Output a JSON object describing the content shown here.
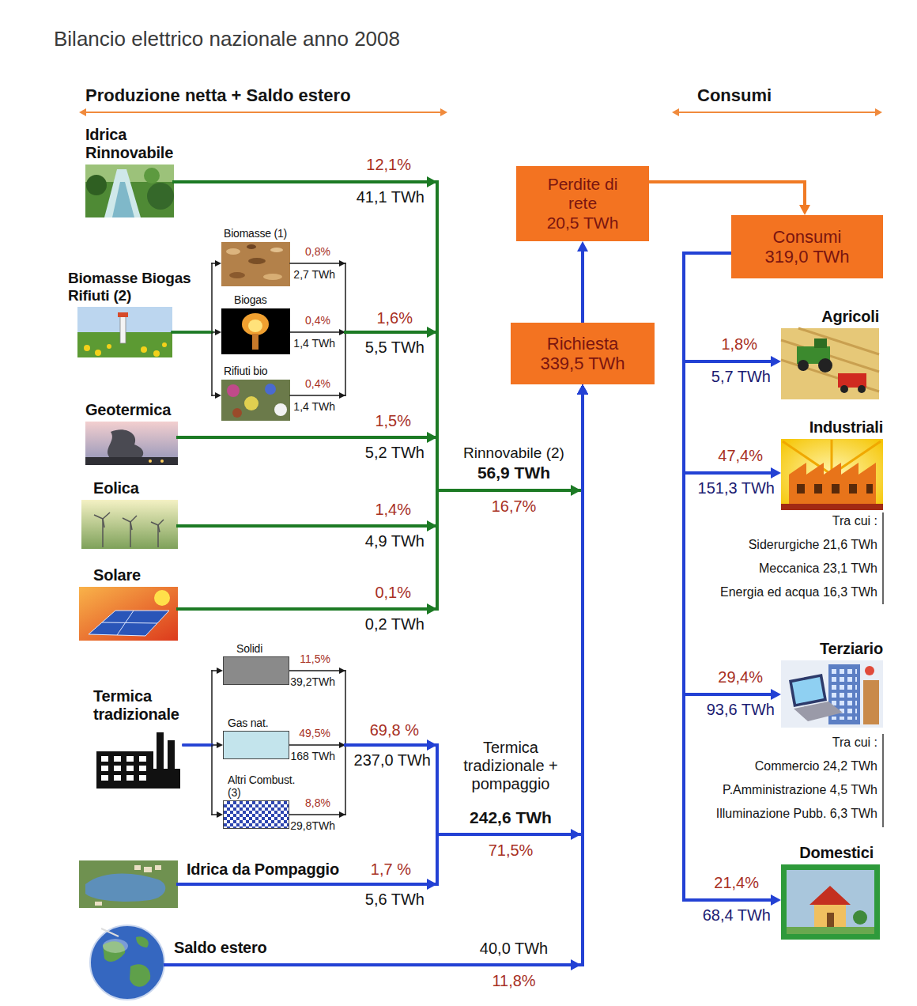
{
  "diagram": {
    "title": "Bilancio elettrico nazionale anno 2008",
    "nodes": [
      {
        "text": [
          "Idrica Rinnovabile"
        ]
      },
      {
        "text": [
          "Biomasse Biogas Rifiuti (2)"
        ]
      },
      {
        "text": [
          "Biomasse (1)"
        ]
      },
      {
        "text": [
          "Biogas"
        ]
      },
      {
        "text": [
          "Rifiuti bio"
        ]
      },
      {
        "text": [
          "Geotermica"
        ]
      },
      {
        "text": [
          "Eolica"
        ]
      },
      {
        "text": [
          "Solare"
        ]
      },
      {
        "text": [
          "Termica tradizionale"
        ]
      },
      {
        "text": [
          "Solidi"
        ]
      },
      {
        "text": [
          "Gas nat."
        ]
      },
      {
        "text": [
          "Altri Combust. (3)"
        ]
      },
      {
        "text": [
          "Idrica da Pompaggio"
        ]
      },
      {
        "text": [
          "Saldo estero"
        ]
      },
      {
        "text": [
          "Perdite di rete",
          "20,5 TWh"
        ]
      },
      {
        "text": [
          "Richiesta",
          "339,5 TWh"
        ]
      },
      {
        "text": [
          "Consumi",
          "319,0 TWh"
        ]
      },
      {
        "text": [
          "Agricoli"
        ]
      },
      {
        "text": [
          "Industriali"
        ]
      },
      {
        "text": [
          "Terziario"
        ]
      },
      {
        "text": [
          "Domestici"
        ]
      }
    ],
    "edges": [
      {
        "from": 0,
        "to": 15,
        "arrow": "to"
      },
      {
        "from": 1,
        "to": 2,
        "arrow": "to"
      },
      {
        "from": 1,
        "to": 3,
        "arrow": "to"
      },
      {
        "from": 1,
        "to": 4,
        "arrow": "to"
      },
      {
        "from": 2,
        "to": 15,
        "arrow": "to"
      },
      {
        "from": 3,
        "to": 15,
        "arrow": "to"
      },
      {
        "from": 4,
        "to": 15,
        "arrow": "to"
      },
      {
        "from": 5,
        "to": 15,
        "arrow": "to"
      },
      {
        "from": 6,
        "to": 15,
        "arrow": "to"
      },
      {
        "from": 7,
        "to": 15,
        "arrow": "to"
      },
      {
        "from": 8,
        "to": 9,
        "arrow": "to"
      },
      {
        "from": 8,
        "to": 10,
        "arrow": "to"
      },
      {
        "from": 8,
        "to": 11,
        "arrow": "to"
      },
      {
        "from": 9,
        "to": 15,
        "arrow": "to"
      },
      {
        "from": 10,
        "to": 15,
        "arrow": "to"
      },
      {
        "from": 11,
        "to": 15,
        "arrow": "to"
      },
      {
        "from": 12,
        "to": 15,
        "arrow": "to"
      },
      {
        "from": 13,
        "to": 15,
        "arrow": "to"
      },
      {
        "from": 15,
        "to": 14,
        "arrow": "to"
      },
      {
        "from": 14,
        "to": 16,
        "arrow": "to"
      },
      {
        "from": 16,
        "to": 17,
        "arrow": "to"
      },
      {
        "from": 16,
        "to": 18,
        "arrow": "to"
      },
      {
        "from": 16,
        "to": 19,
        "arrow": "to"
      },
      {
        "from": 16,
        "to": 20,
        "arrow": "to"
      }
    ],
    "labels": [
      "Produzione netta + Saldo estero",
      "Consumi",
      "12,1%",
      "41,1 TWh",
      "0,8%",
      "2,7 TWh",
      "0,4%",
      "1,4 TWh",
      "1,6%",
      "5,5 TWh",
      "0,4%",
      "1,4 TWh",
      "1,5%",
      "5,2 TWh",
      "Rinnovabile (2)",
      "56,9 TWh",
      "16,7%",
      "1,4%",
      "4,9 TWh",
      "0,1%",
      "0,2 TWh",
      "11,5%",
      "39,2TWh",
      "49,5%",
      "168 TWh",
      "69,8 %",
      "237,0 TWh",
      "8,8%",
      "29,8TWh",
      "Termica tradizionale + pompaggio",
      "242,6 TWh",
      "71,5%",
      "1,7 %",
      "5,6 TWh",
      "40,0 TWh",
      "11,8%",
      "1,8%",
      "5,7 TWh",
      "47,4%",
      "151,3 TWh",
      "Tra cui :",
      "Siderurgiche 21,6 TWh",
      "Meccanica 23,1 TWh",
      "Energia ed acqua 16,3 TWh",
      "29,4%",
      "93,6 TWh",
      "Tra cui :",
      "Commercio 24,2 TWh",
      "P.Amministrazione 4,5 TWh",
      "Illuminazione Pubb. 6,3 TWh",
      "21,4%",
      "68,4 TWh"
    ]
  }
}
